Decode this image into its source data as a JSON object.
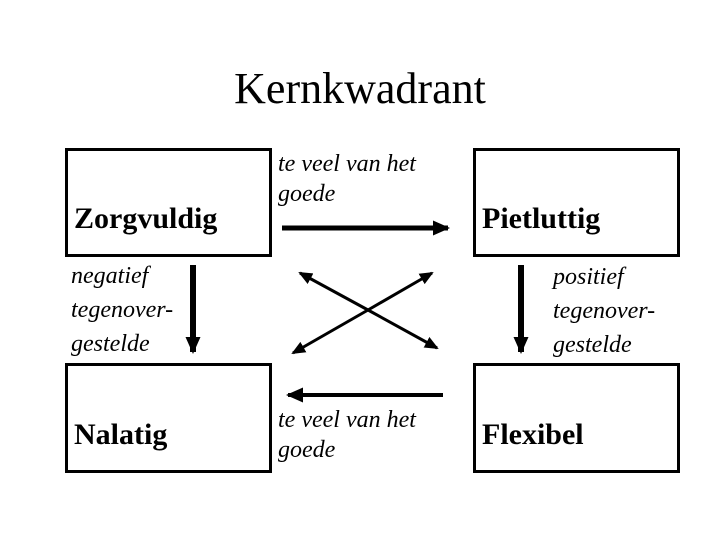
{
  "slide": {
    "title": "Kernkwadrant"
  },
  "colors": {
    "background": "#ffffff",
    "ink": "#000000"
  },
  "quadrants": {
    "top_left": {
      "label": "Zorgvuldig"
    },
    "top_right": {
      "label": "Pietluttig"
    },
    "bottom_left": {
      "label": "Nalatig"
    },
    "bottom_right": {
      "label": "Flexibel"
    }
  },
  "edge_labels": {
    "top": {
      "lines": [
        "te veel van het",
        "goede"
      ]
    },
    "bottom": {
      "lines": [
        "te veel van het",
        "goede"
      ]
    },
    "left": {
      "lines": [
        "negatief",
        "tegenover-",
        "gestelde"
      ]
    },
    "right": {
      "lines": [
        "positief",
        "tegenover-",
        "gestelde"
      ]
    }
  },
  "arrows": [
    {
      "name": "arrow-top",
      "from": "Zorgvuldig",
      "to": "Pietluttig",
      "direction": "right",
      "label": "te veel van het goede"
    },
    {
      "name": "arrow-bottom",
      "from": "Flexibel",
      "to": "Nalatig",
      "direction": "left",
      "label": "te veel van het goede"
    },
    {
      "name": "arrow-left",
      "from": "Zorgvuldig",
      "to": "Nalatig",
      "direction": "down",
      "label": "negatief tegenovergestelde"
    },
    {
      "name": "arrow-right",
      "from": "Pietluttig",
      "to": "Flexibel",
      "direction": "down",
      "label": "positief tegenovergestelde"
    },
    {
      "name": "arrow-diagonal-1",
      "between": [
        "Zorgvuldig",
        "Flexibel"
      ],
      "double_headed": true
    },
    {
      "name": "arrow-diagonal-2",
      "between": [
        "Nalatig",
        "Pietluttig"
      ],
      "double_headed": true
    }
  ]
}
